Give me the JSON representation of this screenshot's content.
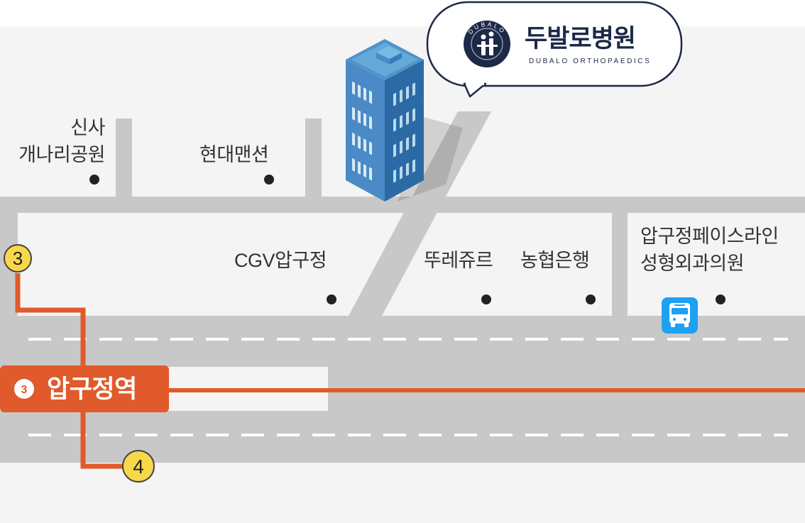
{
  "hospital": {
    "name": "두발로병원",
    "subtitle": "DUBALO ORTHOPAEDICS",
    "logo_text": "DUBALO"
  },
  "landmarks": {
    "sinsa_park": [
      "신사",
      "개나리공원"
    ],
    "hyundai_mansion": "현대맨션",
    "cgv": "CGV압구정",
    "bakery": "뚜레쥬르",
    "bank": "농협은행",
    "clinic": [
      "압구정페이스라인",
      "성형외과의원"
    ]
  },
  "station": {
    "line": "3",
    "name": "압구정역"
  },
  "exits": [
    "3",
    "4"
  ],
  "icons": {
    "bus": "bus-icon",
    "building": "building-icon",
    "logo": "hospital-logo-icon",
    "landmark_marker": "dot-marker-icon"
  },
  "colors": {
    "line3_orange": "#e05a2b",
    "exit_yellow": "#f7d84a",
    "bus_blue": "#1da1f2",
    "road_gray": "#c8c8c8",
    "map_background": "#f4f4f4",
    "hospital_navy": "#1c2947",
    "building_blue": "#3d7dbd"
  }
}
